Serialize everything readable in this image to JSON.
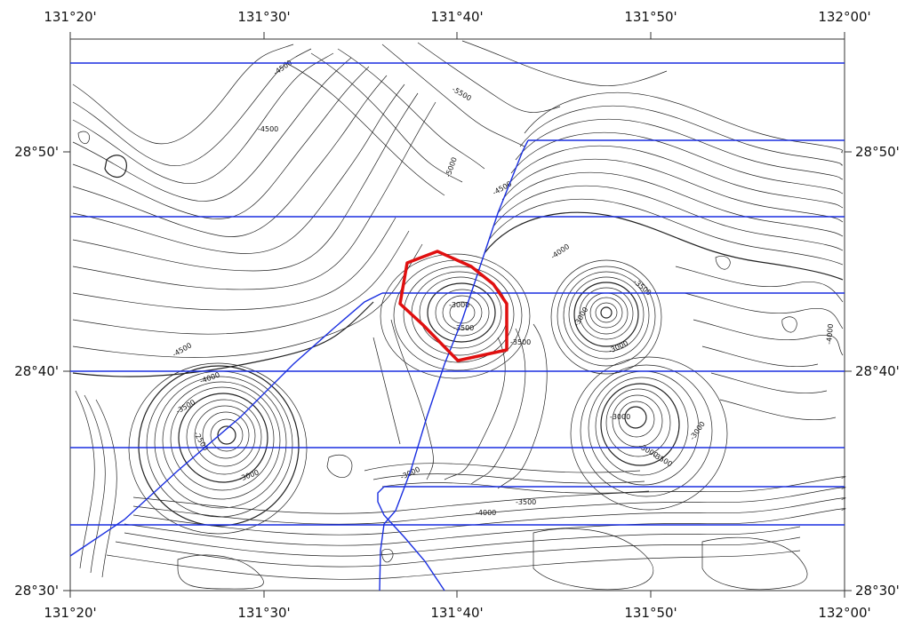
{
  "map": {
    "top_ticks": [
      "131°20'",
      "131°30'",
      "131°40'",
      "131°50'",
      "132°00'"
    ],
    "bottom_ticks": [
      "131°20'",
      "131°30'",
      "131°40'",
      "131°50'",
      "132°00'"
    ],
    "left_ticks": [
      "28°50'",
      "28°40'",
      "28°30'"
    ],
    "right_ticks": [
      "28°50'",
      "28°40'",
      "28°30'"
    ],
    "contour_labels": [
      "-4500",
      "-4500",
      "-5500",
      "-5000",
      "-4500",
      "-4500",
      "-4000",
      "-3500",
      "-3000",
      "-3500",
      "-3500",
      "-3000",
      "-3000",
      "-4000",
      "-4000",
      "-3500",
      "-2500",
      "-3000",
      "-3000",
      "-3000",
      "-4000",
      "-3500",
      "-3500",
      "-3000",
      "-3000"
    ],
    "colors": {
      "survey_lines": "#1a2fe0",
      "study_area_polygon": "#e01010",
      "contours": "#222222",
      "frame": "#333333"
    }
  }
}
